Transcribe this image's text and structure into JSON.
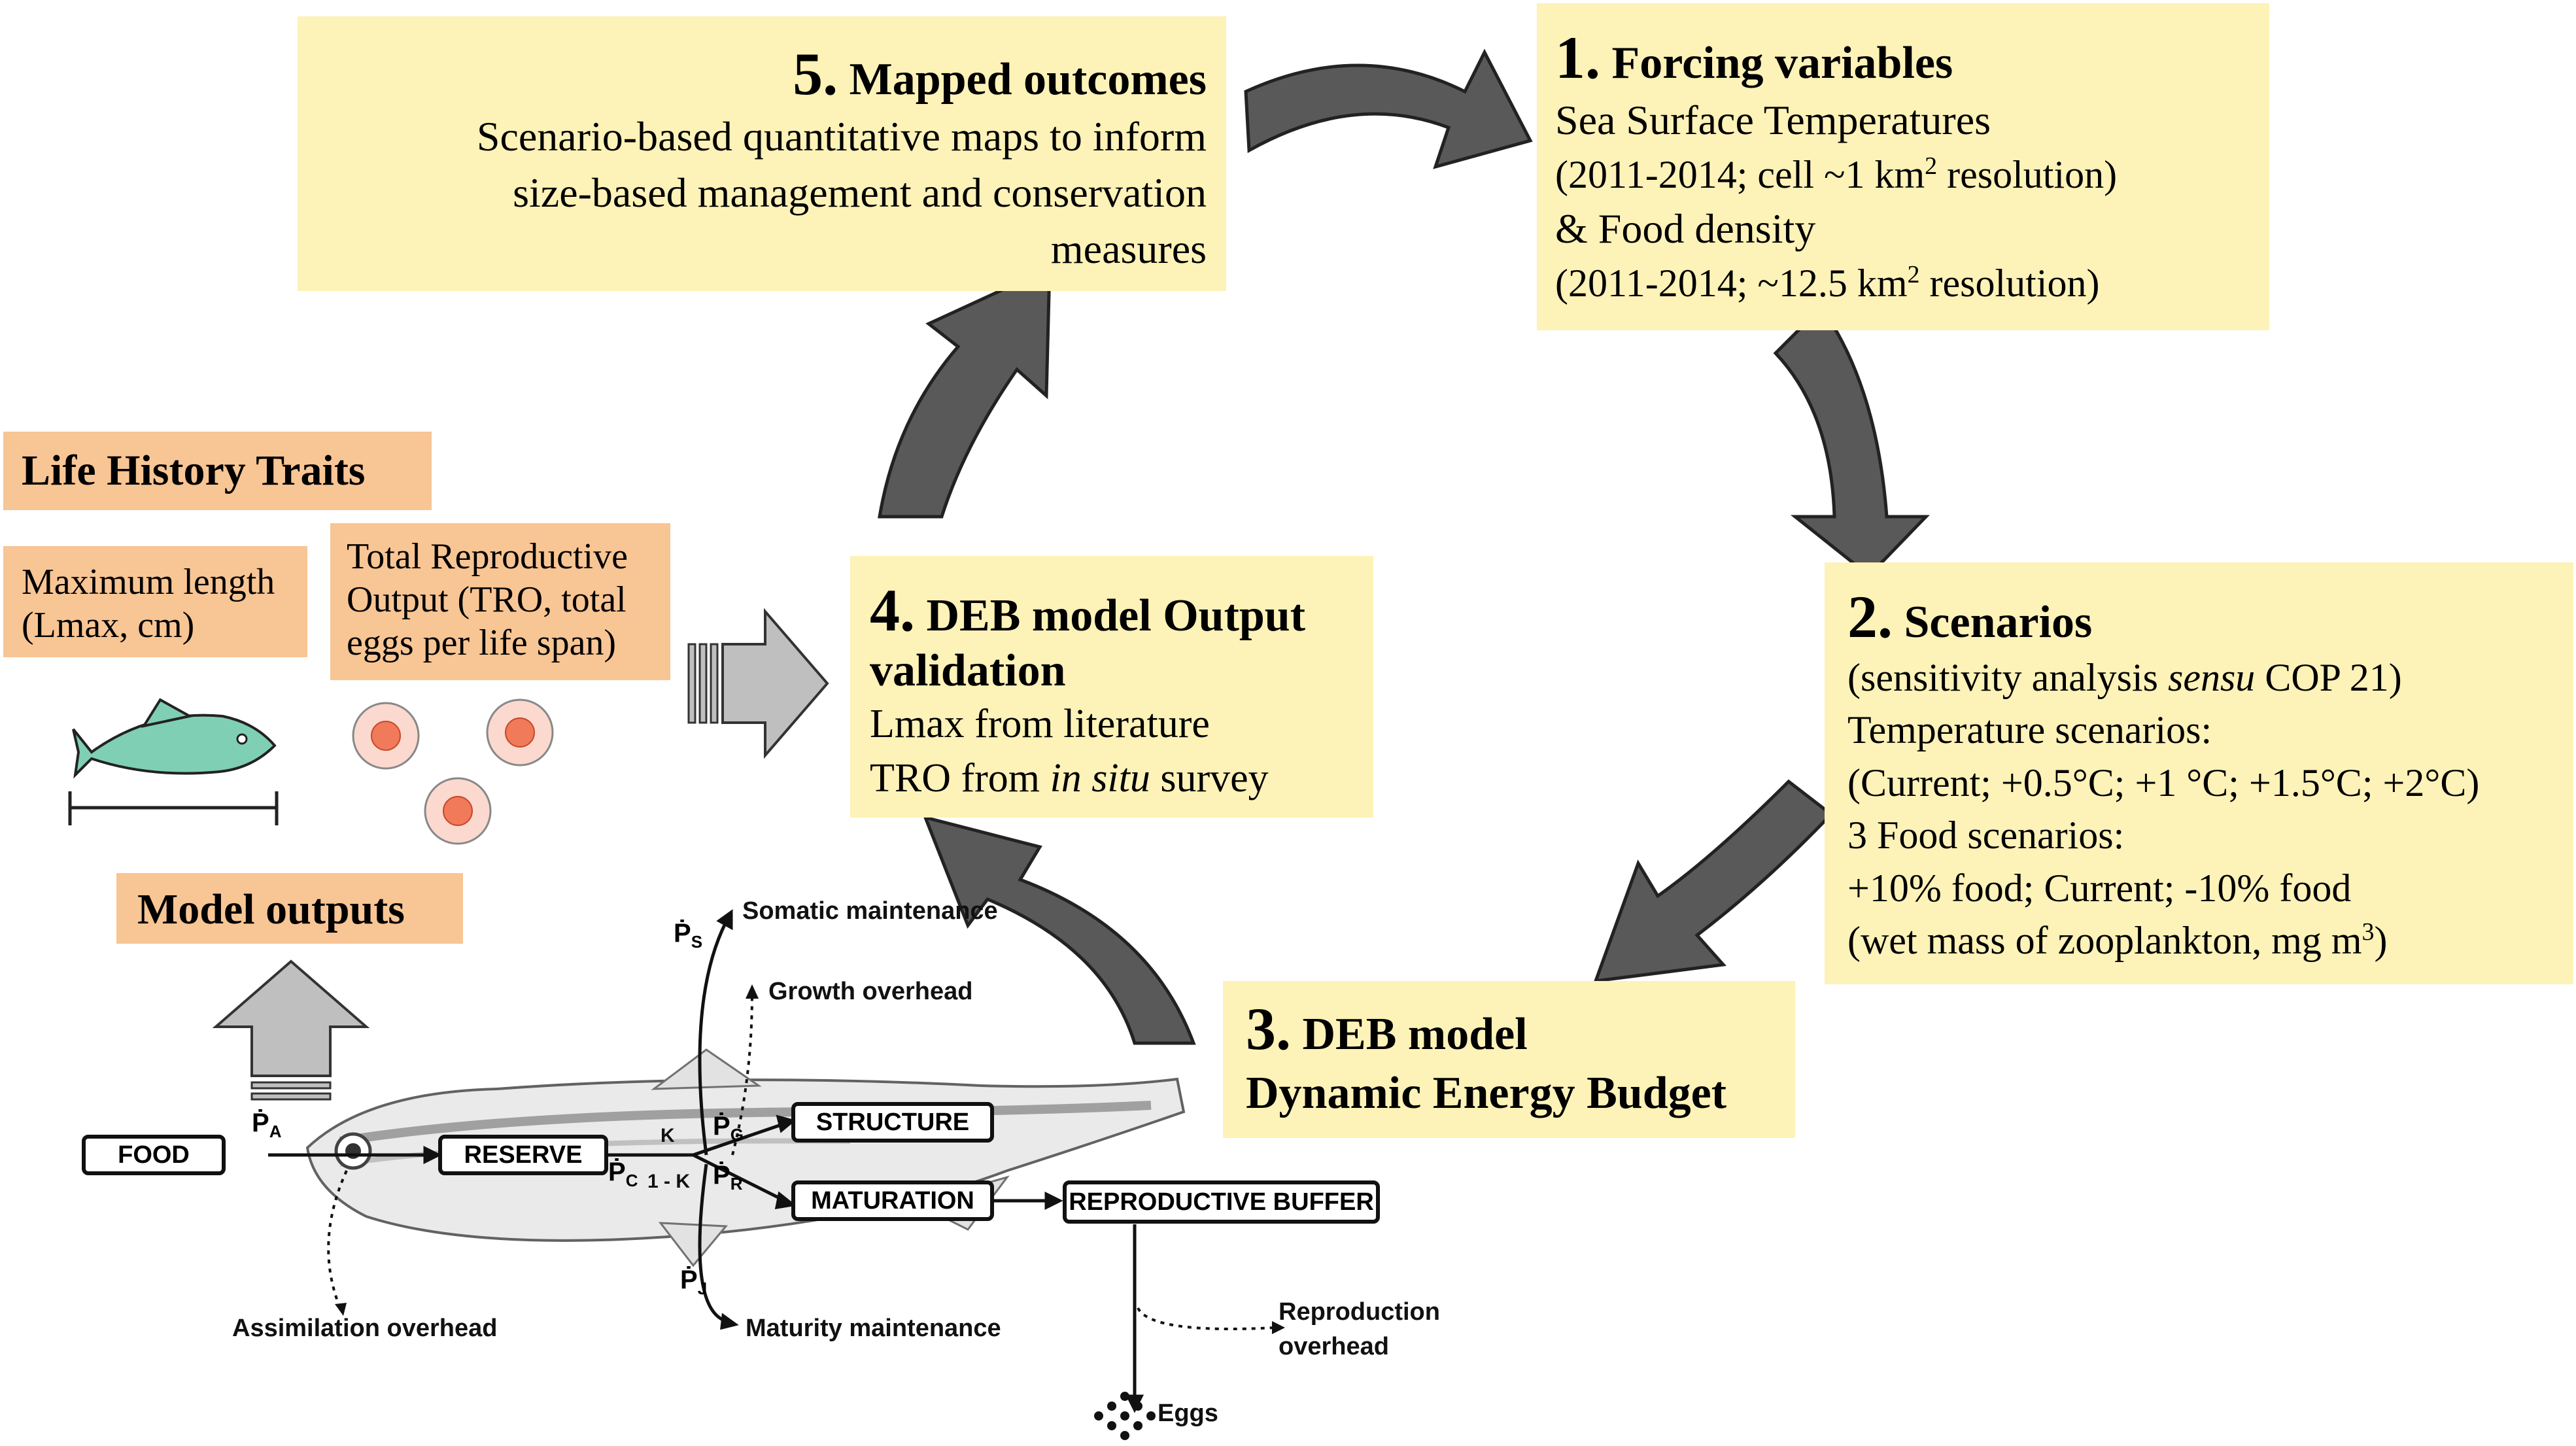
{
  "box1": {
    "number": "1.",
    "title": "Forcing variables",
    "line1": "Sea Surface Temperatures",
    "line2a": "(2011-2014; cell ~1 km",
    "line2sup": "2",
    "line2b": " resolution)",
    "line3": "& Food density",
    "line4a": "(2011-2014; ~12.5 km",
    "line4sup": "2",
    "line4b": " resolution)"
  },
  "box2": {
    "number": "2.",
    "title": "Scenarios",
    "line1a": "(sensitivity analysis ",
    "line1i": "sensu",
    "line1b": " COP 21)",
    "line2": "Temperature scenarios:",
    "line3": "(Current; +0.5°C; +1 °C; +1.5°C; +2°C)",
    "line4": "3 Food scenarios:",
    "line5": "+10% food; Current; -10% food",
    "line6a": "(wet mass of zooplankton, mg m",
    "line6sup": "3",
    "line6b": ")"
  },
  "box3": {
    "number": "3.",
    "title": "DEB model",
    "subtitle": "Dynamic Energy Budget"
  },
  "box4": {
    "number": "4.",
    "title1": "DEB model Output",
    "title2": "validation",
    "line1": "Lmax from literature",
    "line2a": "TRO from ",
    "line2i": "in situ",
    "line2b": " survey"
  },
  "box5": {
    "number": "5.",
    "title": "Mapped outcomes",
    "line1": "Scenario-based quantitative maps to inform",
    "line2": "size-based management and conservation",
    "line3": "measures"
  },
  "left": {
    "lht_title": "Life History Traits",
    "maxlen": "Maximum length (Lmax, cm)",
    "tro": "Total Reproductive Output (TRO, total eggs per life span)",
    "model_outputs": "Model outputs"
  },
  "deb_diagram": {
    "nodes": {
      "food": "FOOD",
      "reserve": "RESERVE",
      "structure": "STRUCTURE",
      "maturation": "MATURATION",
      "repro_buffer": "REPRODUCTIVE BUFFER"
    },
    "labels": {
      "somatic": "Somatic maintenance",
      "growth_overhead": "Growth overhead",
      "assimilation_overhead": "Assimilation overhead",
      "maturity_maintenance": "Maturity maintenance",
      "repro_overhead_1": "Reproduction",
      "repro_overhead_2": "overhead",
      "eggs": "Eggs",
      "kappa": "K",
      "one_minus_kappa": "1 - K"
    },
    "fluxes": {
      "pa": "A",
      "ps": "S",
      "pg": "G",
      "pc": "C",
      "pr": "R",
      "pj": "J"
    }
  },
  "colors": {
    "yellow_box": "#fdf2b8",
    "orange_box": "#f8c594",
    "dark_arrow": "#595959",
    "grey_arrow": "#bfbfbf",
    "fish": "#7fcfb5",
    "egg_outer": "#fbd9cf",
    "egg_inner": "#f07a5a"
  }
}
